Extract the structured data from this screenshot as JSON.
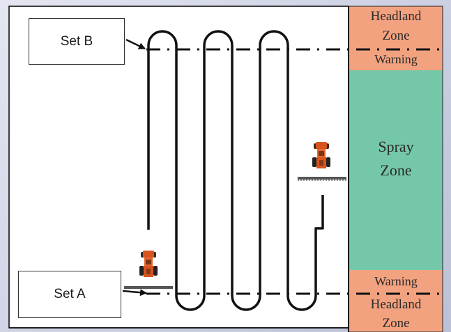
{
  "labels": {
    "headland_top": "Headland",
    "zone_top": "Zone",
    "warning_top": "Warning",
    "spray": "Spray",
    "spray_zone": "Zone",
    "warning_bottom": "Warning",
    "headland_bottom": "Headland",
    "zone_bottom": "Zone",
    "set_b": "Set B",
    "set_a": "Set A"
  },
  "colors": {
    "headland_warning": "#f3a27f",
    "spray_zone": "#74c8a9",
    "field": "#ffffff",
    "path": "#111111",
    "tractor_body": "#d8541e"
  },
  "icons": [
    "tractor-icon",
    "tractor-icon",
    "arrow-icon",
    "arrow-icon"
  ]
}
